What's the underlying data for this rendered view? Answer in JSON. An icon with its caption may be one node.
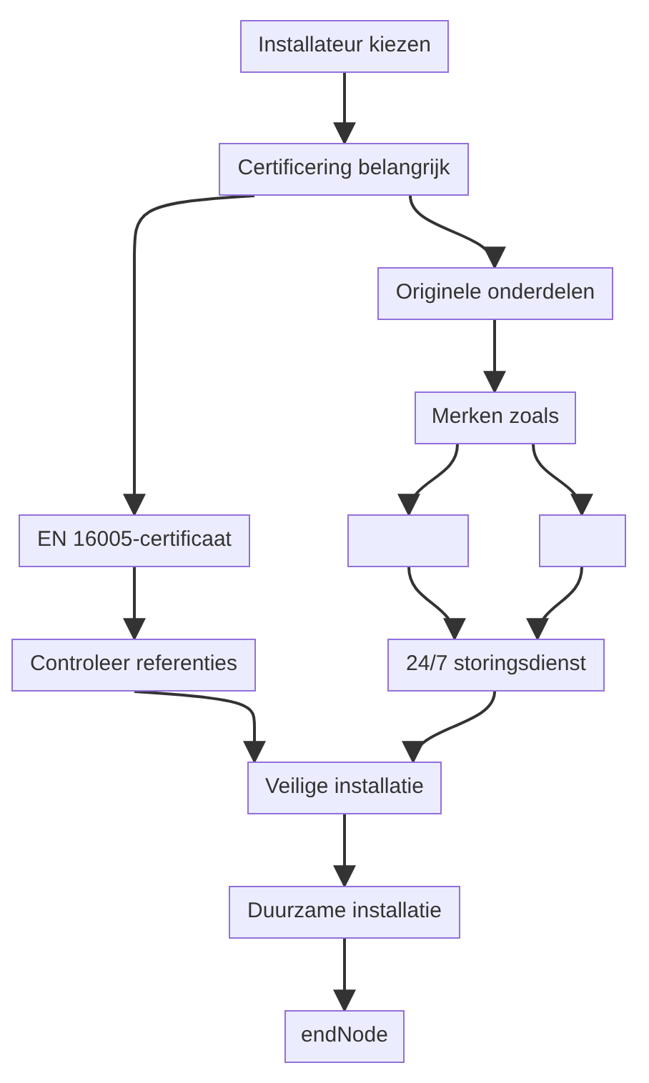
{
  "diagram": {
    "nodes": [
      {
        "text": [
          "Installateur kiezen"
        ]
      },
      {
        "text": [
          "Certificering belangrijk"
        ]
      },
      {
        "text": [
          "Originele onderdelen"
        ]
      },
      {
        "text": [
          "Merken zoals"
        ]
      },
      {
        "text": [
          "EN 16005-certificaat"
        ]
      },
      {
        "text": [],
        "shape": "box"
      },
      {
        "text": [],
        "shape": "box"
      },
      {
        "text": [
          "Controleer referenties"
        ]
      },
      {
        "text": [
          "24/7 storingsdienst"
        ]
      },
      {
        "text": [
          "Veilige installatie"
        ]
      },
      {
        "text": [
          "Duurzame installatie"
        ]
      },
      {
        "text": [
          "endNode"
        ]
      }
    ],
    "edges": [
      {
        "from": 0,
        "to": 1,
        "arrow": "to"
      },
      {
        "from": 1,
        "to": 4,
        "arrow": "to"
      },
      {
        "from": 1,
        "to": 2,
        "arrow": "to"
      },
      {
        "from": 2,
        "to": 3,
        "arrow": "to"
      },
      {
        "from": 3,
        "to": 5,
        "arrow": "to"
      },
      {
        "from": 3,
        "to": 6,
        "arrow": "to"
      },
      {
        "from": 4,
        "to": 7,
        "arrow": "to"
      },
      {
        "from": 5,
        "to": 8,
        "arrow": "to"
      },
      {
        "from": 6,
        "to": 8,
        "arrow": "to"
      },
      {
        "from": 7,
        "to": 9,
        "arrow": "to"
      },
      {
        "from": 8,
        "to": 9,
        "arrow": "to"
      },
      {
        "from": 9,
        "to": 10,
        "arrow": "to"
      },
      {
        "from": 10,
        "to": 11,
        "arrow": "to"
      }
    ]
  }
}
